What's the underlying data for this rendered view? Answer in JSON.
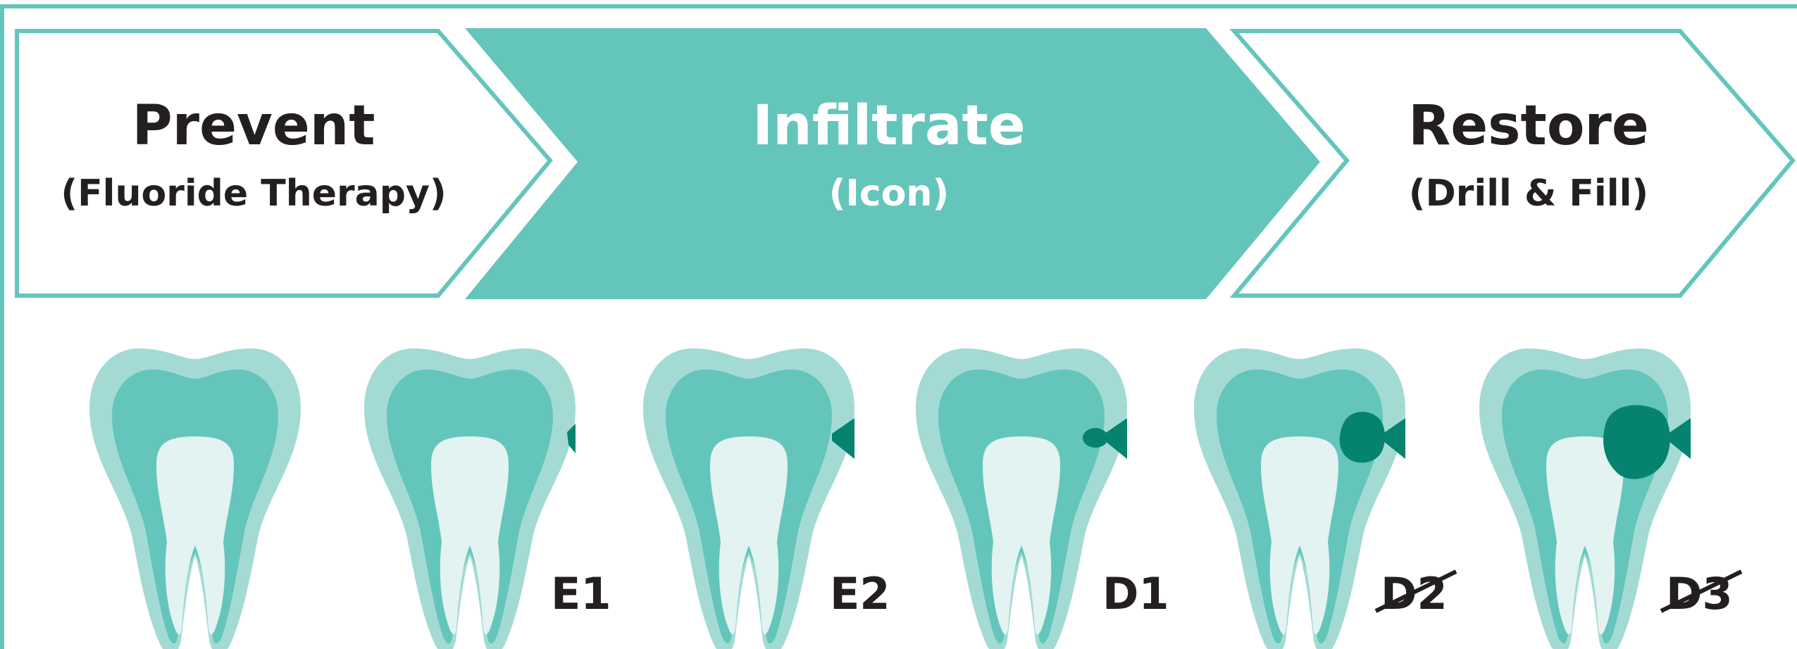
{
  "colors": {
    "teal": "#64c5bb",
    "teal_light": "#a3dbd4",
    "pulp": "#e2f3f1",
    "lesion": "#05836e",
    "text_dark": "#231f20",
    "text_light": "#ffffff"
  },
  "stages": [
    {
      "title": "Prevent",
      "subtitle": "(Fluoride Therapy)",
      "filled": false
    },
    {
      "title": "Infiltrate",
      "subtitle": "(Icon)",
      "filled": true
    },
    {
      "title": "Restore",
      "subtitle": "(Drill & Fill)",
      "filled": false
    }
  ],
  "teeth": [
    {
      "label": "",
      "struck": false,
      "lesion": "none"
    },
    {
      "label": "E1",
      "struck": false,
      "lesion": "enamel-outer"
    },
    {
      "label": "E2",
      "struck": false,
      "lesion": "enamel-full"
    },
    {
      "label": "D1",
      "struck": false,
      "lesion": "dentin-outer"
    },
    {
      "label": "D2",
      "struck": true,
      "lesion": "dentin-middle"
    },
    {
      "label": "D3",
      "struck": true,
      "lesion": "dentin-deep"
    }
  ]
}
